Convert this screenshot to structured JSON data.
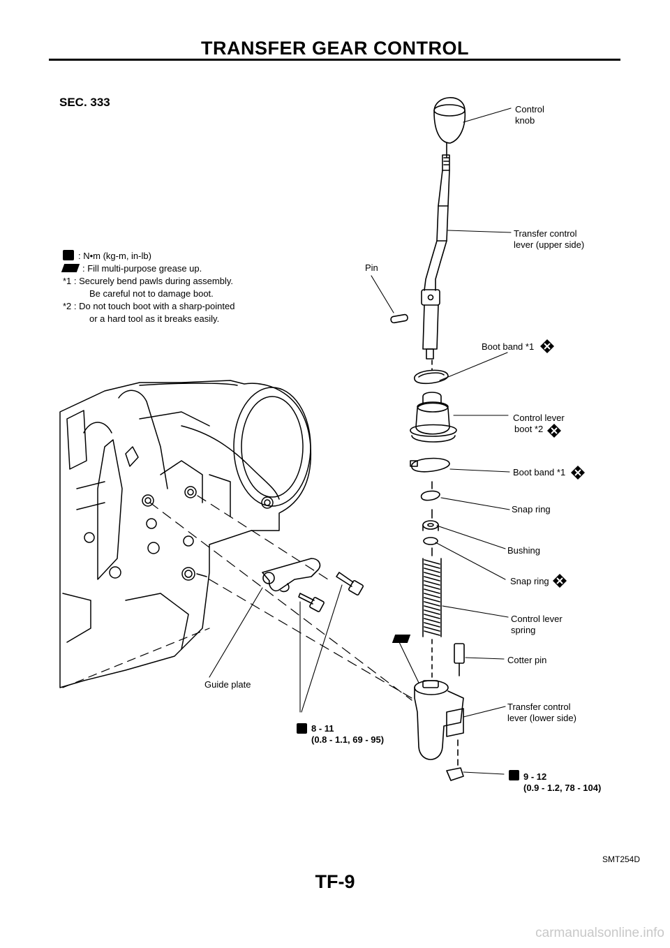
{
  "header": {
    "title": "TRANSFER GEAR CONTROL"
  },
  "section": "SEC. 333",
  "legend": {
    "torque": ": N•m (kg-m, in-lb)",
    "grease": ": Fill multi-purpose grease up.",
    "note1_a": "*1 : Securely bend pawls during assembly.",
    "note1_b": "Be careful not to damage boot.",
    "note2_a": "*2 : Do not touch boot with a sharp-pointed",
    "note2_b": "or a hard tool as it breaks easily."
  },
  "parts": {
    "control_knob": [
      "Control",
      "knob"
    ],
    "upper_lever": [
      "Transfer control",
      "lever (upper side)"
    ],
    "pin": "Pin",
    "boot_band_1": "Boot band *1",
    "lever_boot": [
      "Control lever",
      "boot *2"
    ],
    "boot_band_2": "Boot band *1",
    "snap_ring_1": "Snap ring",
    "bushing": "Bushing",
    "snap_ring_2": "Snap ring",
    "lever_spring": [
      "Control lever",
      "spring"
    ],
    "cotter_pin": "Cotter pin",
    "lower_lever": [
      "Transfer control",
      "lever (lower side)"
    ],
    "guide_plate": "Guide plate"
  },
  "torques": {
    "guide_bolts": [
      "8 - 11",
      "(0.8 - 1.1, 69 - 95)"
    ],
    "lower_nut": [
      "9 - 12",
      "(0.9 - 1.2, 78 - 104)"
    ]
  },
  "figure_ref": "SMT254D",
  "page_number": "TF-9",
  "watermark": "carmanualsonline.info"
}
